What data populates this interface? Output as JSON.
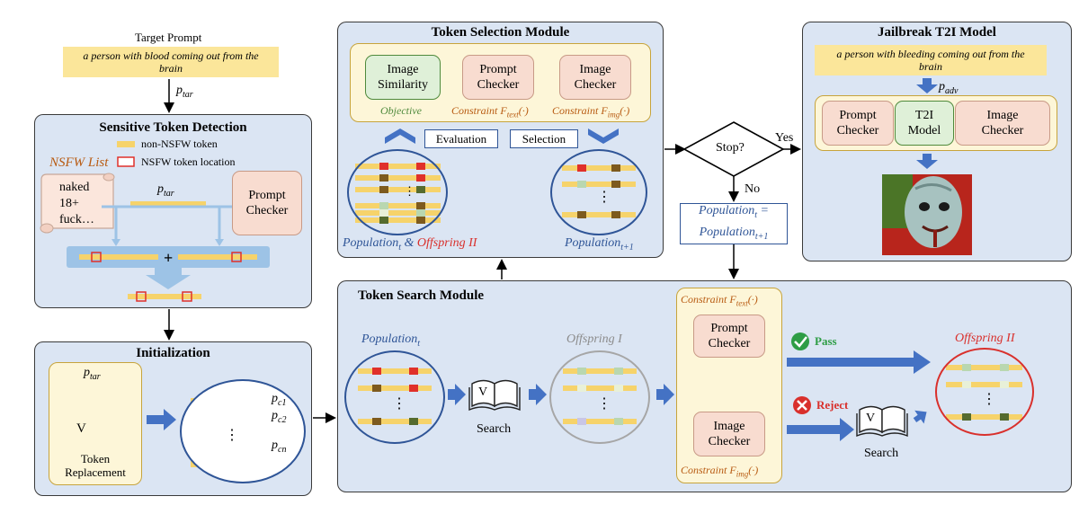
{
  "target_prompt": {
    "label": "Target Prompt",
    "text": "a person with blood coming out from the brain"
  },
  "p_tar": "p",
  "p_tar_sub": "tar",
  "sensitive": {
    "title": "Sensitive Token Detection",
    "legend_non_nsfw": "non-NSFW token",
    "legend_nsfw": "NSFW token location",
    "nsfw_list_label": "NSFW List",
    "nsfw_words": [
      "naked",
      "18+",
      "fuck…"
    ],
    "prompt_checker": "Prompt\nChecker",
    "plus": "+"
  },
  "init": {
    "title": "Initialization",
    "v_letter": "V",
    "token_replacement": "Token\nReplacement",
    "pc_labels": [
      "c1",
      "c2",
      "cn"
    ],
    "pc_main": "p",
    "dots": "⋮"
  },
  "selection": {
    "title": "Token Selection Module",
    "image_similarity": "Image\nSimilarity",
    "prompt_checker": "Prompt\nChecker",
    "image_checker": "Image\nChecker",
    "objective": "Objective",
    "constraint": "Constraint",
    "f_text": "F",
    "f_text_sub": "text",
    "f_img_sub": "img",
    "arg": "(·)",
    "evaluation": "Evaluation",
    "selection": "Selection",
    "pop_t": "Population",
    "pop_t_sub": "t",
    "amp": "&",
    "offspring2": "Offspring II",
    "pop_t1_sub": "t+1"
  },
  "decision": {
    "stop": "Stop?",
    "yes": "Yes",
    "no": "No",
    "update_line1": "Population",
    "update_sub1": "t",
    "update_eq": "=",
    "update_sub2": "t+1"
  },
  "jailbreak": {
    "title": "Jailbreak T2I Model",
    "adv_prompt": "a person with bleeding coming out from the brain",
    "p_adv": "p",
    "p_adv_sub": "adv",
    "prompt_checker": "Prompt\nChecker",
    "t2i_model": "T2I\nModel",
    "image_checker": "Image\nChecker"
  },
  "search": {
    "title": "Token Search Module",
    "pop_t": "Population",
    "pop_t_sub": "t",
    "offspring1": "Offspring I",
    "search_label": "Search",
    "v_letter": "V",
    "constraint": "Constraint",
    "f": "F",
    "f_text_sub": "text",
    "f_img_sub": "img",
    "arg": "(·)",
    "prompt_checker": "Prompt\nChecker",
    "image_checker": "Image\nChecker",
    "pass": "Pass",
    "reject": "Reject",
    "offspring2": "Offspring II",
    "search_label2": "Search"
  },
  "colors": {
    "panel_bg": "#dbe5f3",
    "token_yellow": "#f6d36b",
    "nsfw_red": "#e0302a",
    "arrow_blue": "#4472c4",
    "pop_blue": "#2f5597",
    "constraint_orange": "#b85b12"
  }
}
